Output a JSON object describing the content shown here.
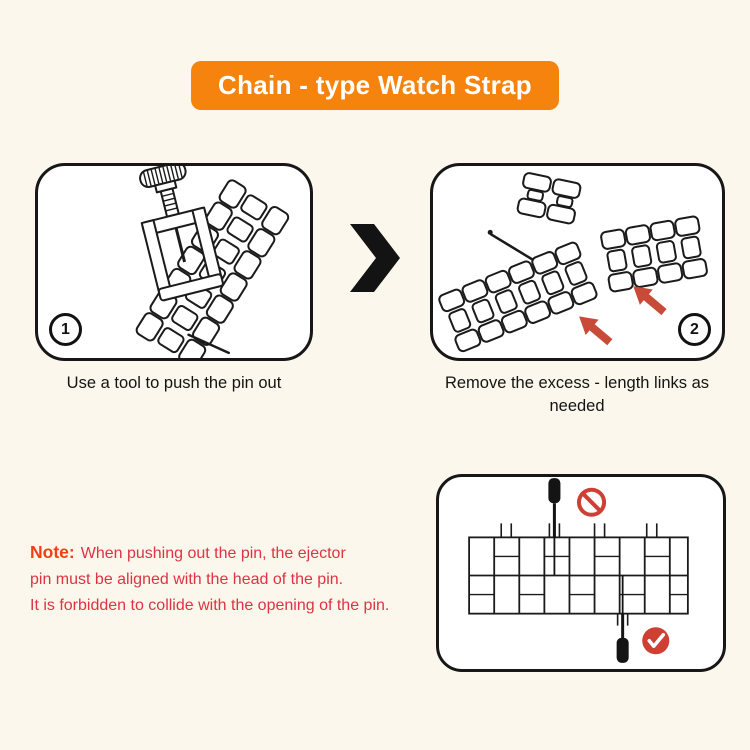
{
  "title": {
    "text": "Chain - type Watch Strap"
  },
  "steps": [
    {
      "number": "1",
      "caption": "Use a tool to push the pin out"
    },
    {
      "number": "2",
      "caption": "Remove the excess - length links as needed"
    }
  ],
  "note": {
    "label": "Note:",
    "line1": "When pushing out the pin, the ejector",
    "line2": "pin must be aligned with the head of the pin.",
    "line3": "It is forbidden to collide with the opening of the pin."
  },
  "icons": {
    "chevron_right": "❯",
    "red_arrow": "➤",
    "prohibition": "🚫",
    "checkmark": "✓"
  },
  "colors": {
    "background": "#fbf7ec",
    "banner": "#f6830d",
    "banner_text": "#ffffff",
    "outline": "#171717",
    "note_label": "#f53d13",
    "note_text": "#dd3342",
    "arrow_red": "#c84b3a",
    "badge_red": "#ce4033"
  }
}
